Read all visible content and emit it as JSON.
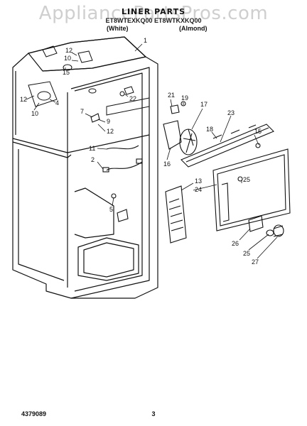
{
  "watermark": "AppliancePartsPros.com",
  "header": {
    "title": "LINER PARTS",
    "models": "ET8WTEXKQ00 ET8WTKXKQ00",
    "variant_white": "(White)",
    "variant_almond": "(Almond)"
  },
  "footer": {
    "doc_number": "4379089",
    "page_number": "3"
  },
  "callouts": [
    "1",
    "12",
    "10",
    "15",
    "12",
    "10",
    "4",
    "21",
    "19",
    "17",
    "22",
    "7",
    "9",
    "12",
    "23",
    "18",
    "15",
    "11",
    "2",
    "16",
    "13",
    "24",
    "25",
    "5",
    "26",
    "25",
    "27"
  ]
}
